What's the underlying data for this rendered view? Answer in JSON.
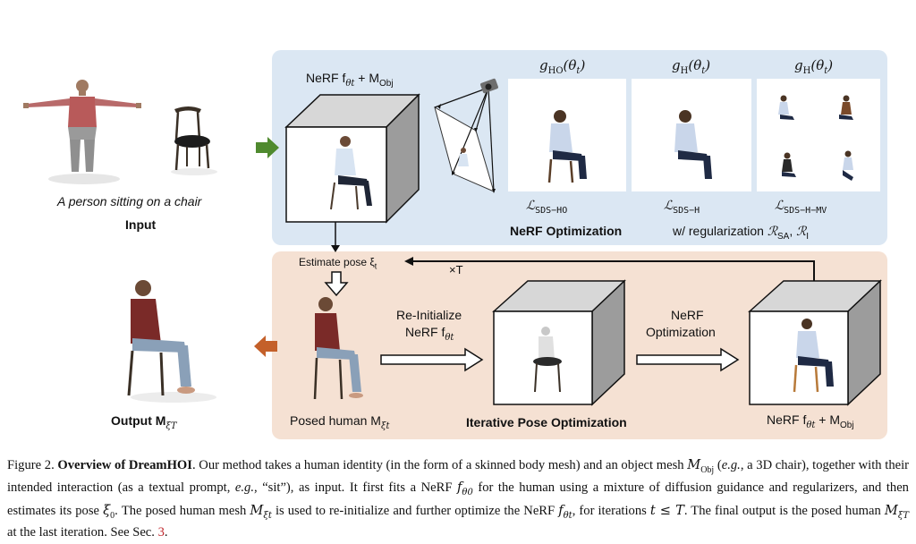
{
  "input": {
    "prompt_text": "A person sitting on a chair",
    "label": "Input"
  },
  "top_panel": {
    "nerf_label": "NeRF f",
    "nerf_sub": "θt",
    "nerf_plus": "+ M",
    "nerf_plus_sub": "Obj",
    "guidance_labels": [
      {
        "main": "g",
        "sub": "HO",
        "arg": "(θ",
        "argsub": "t",
        "close": ")"
      },
      {
        "main": "g",
        "sub": "H",
        "arg": "(θ",
        "argsub": "t",
        "close": ")"
      },
      {
        "main": "g",
        "sub": "H",
        "arg": "(θ",
        "argsub": "t",
        "close": ")"
      }
    ],
    "loss_labels": [
      {
        "main": "ℒ",
        "sub": "SDS−HO"
      },
      {
        "main": "ℒ",
        "sub": "SDS−H"
      },
      {
        "main": "ℒ",
        "sub": "SDS−H−MV"
      }
    ],
    "optimization_label": "NeRF Optimization",
    "regularization_prefix": "w/ regularization ",
    "reg_sa": "ℛ",
    "reg_sa_sub": "SA",
    "reg_sep": ", ",
    "reg_i": "ℛ",
    "reg_i_sub": "I"
  },
  "middle": {
    "estimate_pose": "Estimate pose ξ",
    "estimate_pose_sub": "t",
    "times_t": "×T"
  },
  "bottom_panel": {
    "reinit_line1": "Re-Initialize",
    "reinit_line2": "NeRF f",
    "reinit_sub": "θt",
    "nerf_opt_line1": "NeRF",
    "nerf_opt_line2": "Optimization",
    "posed_human": "Posed human M",
    "posed_human_sub": "ξt",
    "iterative_label": "Iterative Pose Optimization",
    "nerf_out": "NeRF f",
    "nerf_out_sub": "θt",
    "nerf_out_plus": " + M",
    "nerf_out_plus_sub": "Obj"
  },
  "output": {
    "label": "Output M",
    "label_sub": "ξT"
  },
  "caption": {
    "fig": "Figure 2. ",
    "title": "Overview of DreamHOI",
    "text1": ". Our method takes a human identity (in the form of a skinned body mesh) and an object mesh ",
    "mobj": "M",
    "mobj_sub": "Obj",
    "text2": " (",
    "eg1": "e.g.",
    "text3": ", a 3D chair), together with their intended interaction (as a textual prompt, ",
    "eg2": "e.g.",
    "text4": ", “sit”), as input. It first fits a NeRF ",
    "f0": "f",
    "f0_sub": "θ0",
    "text5": " for the human using a mixture of diffusion guidance and regularizers, and then estimates its pose ",
    "xi0": "ξ",
    "xi0_sub": "0",
    "text6": ". The posed human mesh ",
    "mxt": "M",
    "mxt_sub": "ξt",
    "text7": " is used to re-initialize and further optimize the NeRF ",
    "ft": "f",
    "ft_sub": "θt",
    "text8": ", for iterations ",
    "cond": "t ≤ T",
    "text9": ". The final output is the posed human ",
    "mxT": "M",
    "mxT_sub": "ξT",
    "text10": " at the last iteration. See Sec. ",
    "sec": "3",
    "text11": "."
  },
  "colors": {
    "top_panel": "#dbe7f3",
    "bottom_panel": "#f5e1d3",
    "green_arrow": "#4f8a2e",
    "orange_arrow": "#c4602a",
    "ref_red": "#c0272d"
  }
}
